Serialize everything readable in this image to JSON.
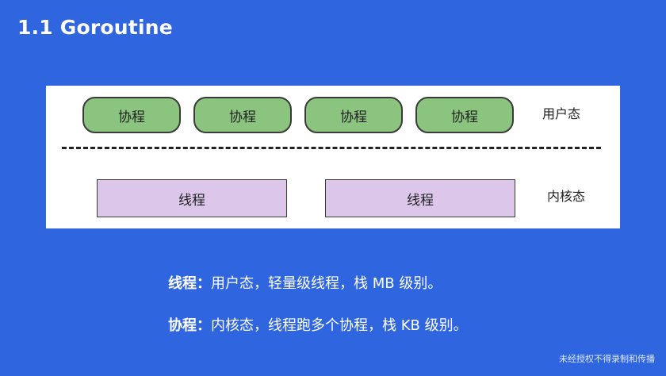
{
  "title": "1.1 Goroutine",
  "diagram": {
    "coroutines": [
      "协程",
      "协程",
      "协程",
      "协程"
    ],
    "user_space_label": "用户态",
    "kernel_space_label": "内核态",
    "threads": [
      "线程",
      "线程"
    ]
  },
  "notes": [
    {
      "term": "线程：",
      "text": "用户态，轻量级线程，栈 MB 级别。"
    },
    {
      "term": "协程：",
      "text": "内核态，线程跑多个协程，栈 KB 级别。"
    }
  ],
  "footer": "未经授权不得录制和传播"
}
